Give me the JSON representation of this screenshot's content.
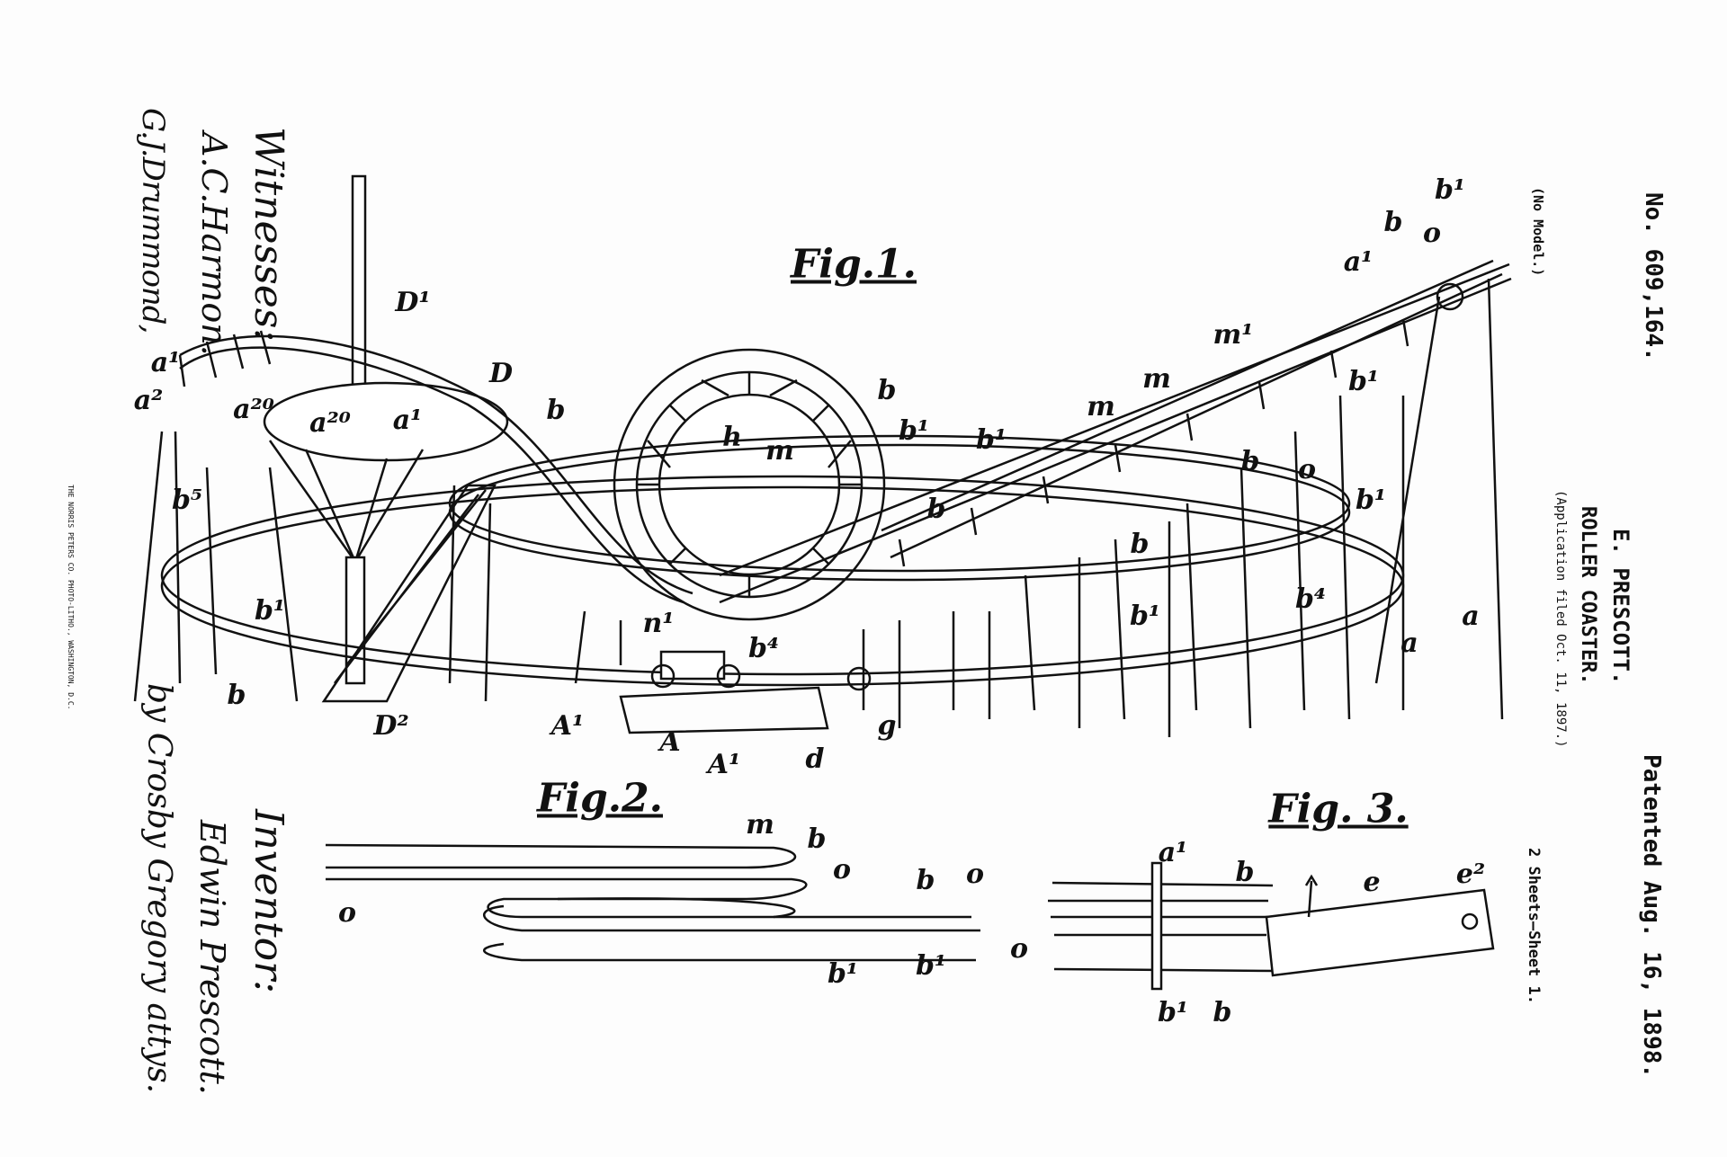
{
  "header": {
    "patent_number": "No. 609,164.",
    "model_note": "(No Model.)",
    "inventor_name": "E. PRESCOTT.",
    "title": "ROLLER COASTER.",
    "application": "(Application filed Oct. 11, 1897.)",
    "patented": "Patented Aug. 16, 1898.",
    "sheets": "2 Sheets—Sheet 1."
  },
  "signatures": {
    "witnesses_heading": "Witnesses:",
    "witness_1": "A.C.Harmon.",
    "witness_2": "G.J.Drummond,",
    "inventor_heading": "Inventor:",
    "inventor": "Edwin Prescott.",
    "attorney": "by Crosby Gregory attys."
  },
  "printer_credit": "THE NORRIS PETERS CO. PHOTO-LITHO., WASHINGTON, D.C.",
  "figures": {
    "fig1": "Fig.1.",
    "fig2": "Fig.2.",
    "fig3": "Fig. 3."
  },
  "fig1_labels": [
    "D¹",
    "D",
    "a¹",
    "a²",
    "a²⁰",
    "a²⁰",
    "a¹",
    "b",
    "b⁵",
    "b¹",
    "b",
    "D²",
    "n¹",
    "b⁴",
    "A¹",
    "A",
    "A¹",
    "d",
    "g",
    "h",
    "m",
    "b",
    "b¹",
    "b¹",
    "b",
    "m",
    "m",
    "m¹",
    "b",
    "o",
    "b¹",
    "b",
    "b¹",
    "b⁴",
    "a",
    "a",
    "b¹",
    "a¹",
    "b",
    "o",
    "b¹"
  ],
  "fig2_labels": [
    "m",
    "b",
    "o",
    "b",
    "o",
    "o",
    "b¹",
    "b¹"
  ],
  "fig3_labels": [
    "a¹",
    "b",
    "e",
    "e²",
    "o",
    "b¹",
    "b"
  ]
}
